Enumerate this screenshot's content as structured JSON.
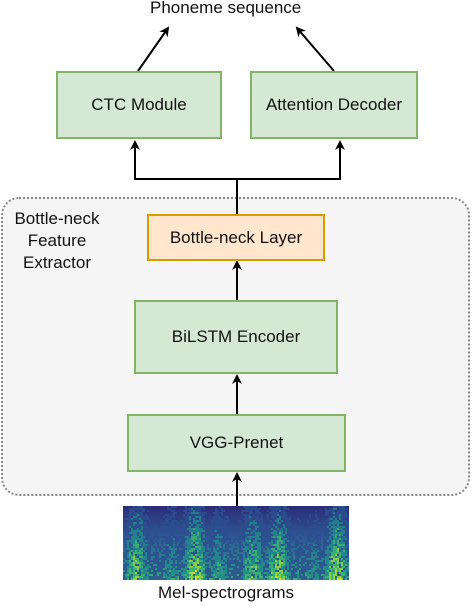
{
  "diagram": {
    "output_label": "Phoneme sequence",
    "ctc_module": "CTC Module",
    "attention_decoder": "Attention Decoder",
    "extractor_label_lines": [
      "Bottle-neck",
      "Feature",
      "Extractor"
    ],
    "bottleneck_layer": "Bottle-neck Layer",
    "bilstm_encoder": "BiLSTM Encoder",
    "vgg_prenet": "VGG-Prenet",
    "input_label": "Mel-spectrograms"
  },
  "colors": {
    "green_fill": "#d5e8d4",
    "green_stroke": "#82b366",
    "orange_fill": "#ffe6cc",
    "orange_stroke": "#d79b00",
    "container_fill": "#f5f5f5",
    "container_stroke": "#8a8a8a",
    "arrow": "#000000"
  }
}
